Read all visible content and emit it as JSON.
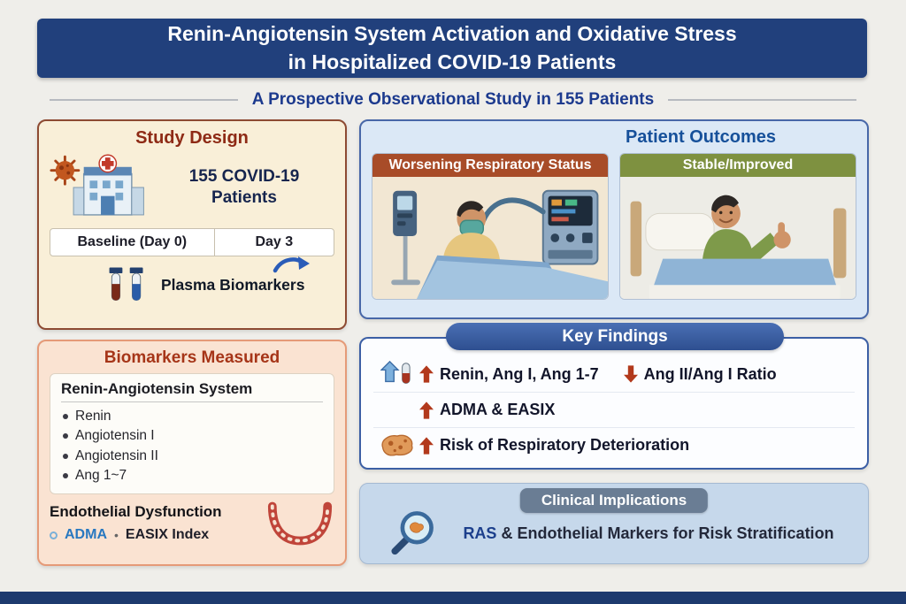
{
  "header": {
    "title_line1": "Renin-Angiotensin System Activation and Oxidative Stress",
    "title_line2": "in Hospitalized COVID-19 Patients",
    "subtitle": "A Prospective Observational Study in 155 Patients"
  },
  "study_design": {
    "title": "Study Design",
    "patients_label": "155 COVID-19 Patients",
    "timepoint_baseline": "Baseline (Day 0)",
    "timepoint_day3": "Day 3",
    "plasma_label": "Plasma Biomarkers"
  },
  "biomarkers": {
    "title": "Biomarkers Measured",
    "ras_heading": "Renin-Angiotensin System",
    "ras_items": [
      "Renin",
      "Angiotensin I",
      "Angiotensin II",
      "Ang 1~7"
    ],
    "endothelial_heading": "Endothelial Dysfunction",
    "adma_label": "ADMA",
    "separator": "•",
    "easix_label": "EASIX Index"
  },
  "outcomes": {
    "title": "Patient Outcomes",
    "worsening_label": "Worsening Respiratory Status",
    "stable_label": "Stable/Improved"
  },
  "key_findings": {
    "title": "Key Findings",
    "row1_up": "Renin, Ang I, Ang 1-7",
    "row1_down": "Ang II/Ang I Ratio",
    "row2_up": "ADMA & EASIX",
    "row3_up": "Risk of Respiratory Deterioration"
  },
  "clinical": {
    "title": "Clinical Implications",
    "highlight": "RAS",
    "text": "& Endothelial Markers for Risk Stratification"
  },
  "colors": {
    "banner_navy": "#21407c",
    "accent_maroon": "#8e2a15",
    "biomarker_red": "#a63518",
    "findings_blue": "#3c5fa5",
    "worsening_red": "#a84c28",
    "stable_green": "#7e9140",
    "arrow_red": "#b2391c",
    "adma_blue": "#2878c0"
  }
}
